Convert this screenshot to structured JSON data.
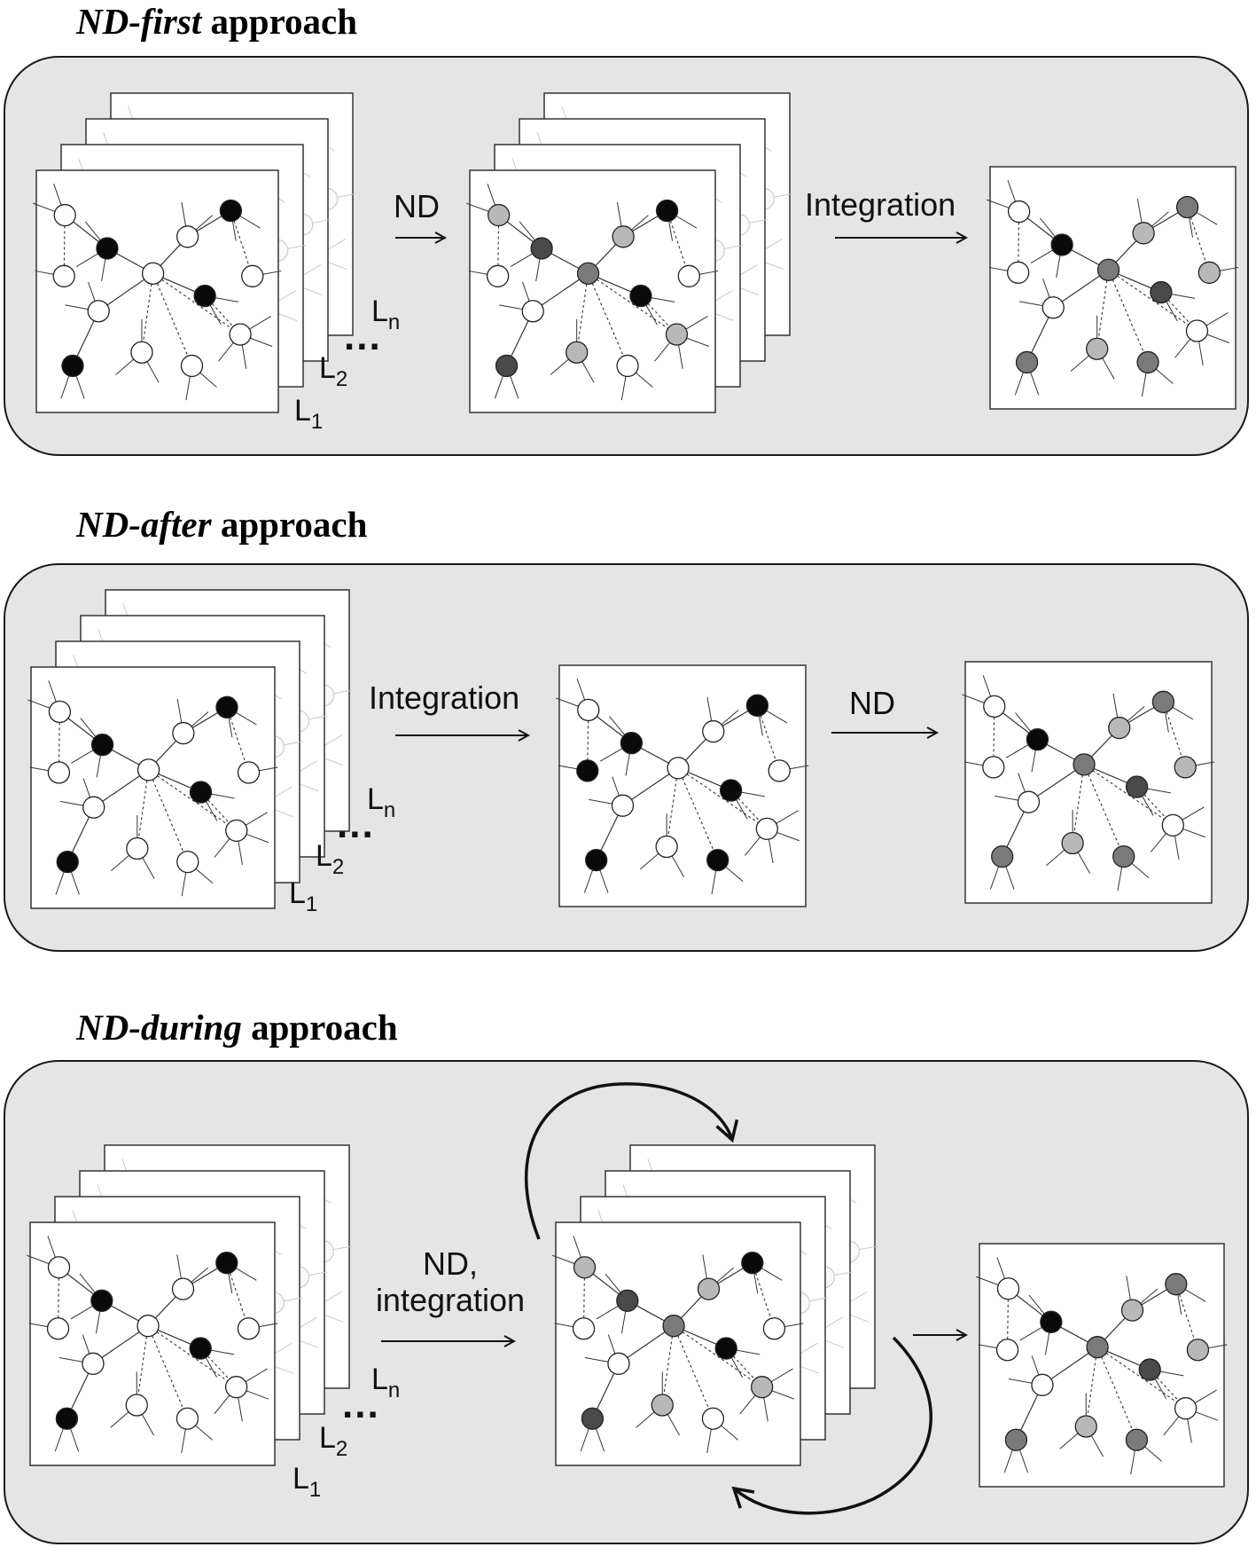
{
  "sections": [
    {
      "title_italic": "ND-first",
      "title_rest": " approach",
      "arrow1_label": "ND",
      "arrow2_label": "Integration",
      "layer_labels": {
        "first": "1",
        "second": "2",
        "nth": "n",
        "prefix": "L",
        "ellipsis": "..."
      }
    },
    {
      "title_italic": "ND-after",
      "title_rest": " approach",
      "arrow1_label": "Integration",
      "arrow2_label": "ND",
      "layer_labels": {
        "first": "1",
        "second": "2",
        "nth": "n",
        "prefix": "L",
        "ellipsis": "..."
      }
    },
    {
      "title_italic": "ND-during",
      "title_rest": " approach",
      "arrow1_label_line1": "ND,",
      "arrow1_label_line2": "integration",
      "layer_labels": {
        "first": "1",
        "second": "2",
        "nth": "n",
        "prefix": "L",
        "ellipsis": "..."
      }
    }
  ],
  "colors": {
    "panel_fill": "#e6e5e6",
    "panel_border": "#1a1a1a",
    "node_black": "#0a0a0a",
    "node_dark": "#4a4a4a",
    "node_mid": "#7a7a7a",
    "node_light": "#b8b8b8",
    "node_white": "#ffffff"
  },
  "node_states": {
    "layer": [
      "white",
      "black",
      "black",
      "white",
      "white",
      "white",
      "black",
      "white",
      "black",
      "white",
      "white",
      "white",
      "white"
    ],
    "nd_result": [
      "light",
      "dark",
      "black",
      "light",
      "mid",
      "white",
      "black",
      "light",
      "dark",
      "light",
      "white",
      "white",
      "white"
    ],
    "integrated_black": [
      "white",
      "black",
      "black",
      "white",
      "white",
      "white",
      "black",
      "white",
      "black",
      "white",
      "black",
      "black",
      "white"
    ],
    "final": [
      "white",
      "black",
      "mid",
      "light",
      "mid",
      "white",
      "dark",
      "white",
      "mid",
      "light",
      "mid",
      "white",
      "light"
    ]
  }
}
